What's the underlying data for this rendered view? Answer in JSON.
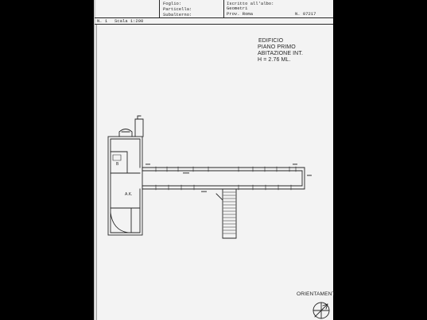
{
  "header": {
    "foglio_label": "Foglio:",
    "particella_label": "Particella:",
    "subalterno_label": "Subalterno:",
    "albo_label": "Iscritto all'albo:",
    "albo_value": "Geometri",
    "provincia": "Prov. Roma",
    "numero": "N. 07217"
  },
  "sheet": {
    "number": "N. 1",
    "scale": "Scala 1:200"
  },
  "title_block": {
    "line1": "EDIFICIO",
    "line2": "PIANO PRIMO",
    "line3": "ABITAZIONE INT.",
    "height": "H = 2.76 ML."
  },
  "plan_labels": {
    "room_b": "B",
    "room_ak": "A.K."
  },
  "orientation": {
    "label": "ORIENTAMENT",
    "icon": "north-arrow-compass-icon"
  },
  "colors": {
    "background": "#000000",
    "page": "#f3f3f3",
    "ink": "#262626",
    "frame": "#9a9a9a"
  }
}
